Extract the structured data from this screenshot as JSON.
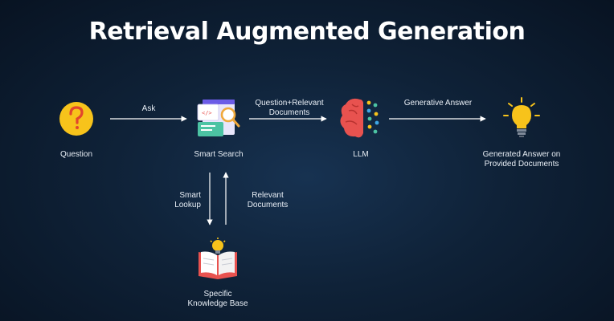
{
  "title": "Retrieval Augmented Generation",
  "nodes": {
    "question": {
      "label": "Question",
      "icon": "question-mark-icon"
    },
    "smart_search": {
      "label": "Smart Search",
      "icon": "search-window-icon"
    },
    "llm": {
      "label": "LLM",
      "icon": "brain-icon"
    },
    "answer": {
      "label": "Generated Answer on\nProvided Documents",
      "icon": "lightbulb-icon"
    },
    "knowledge_base": {
      "label": "Specific\nKnowledge Base",
      "icon": "open-book-icon"
    }
  },
  "edges": {
    "ask": "Ask",
    "question_relevant": "Question+Relevant\nDocuments",
    "generative_answer": "Generative Answer",
    "smart_lookup": "Smart\nLookup",
    "relevant_documents": "Relevant\nDocuments"
  },
  "colors": {
    "accent_yellow": "#f7c31b",
    "brain_red": "#e8524f",
    "brand_purple": "#6c5ce7"
  }
}
